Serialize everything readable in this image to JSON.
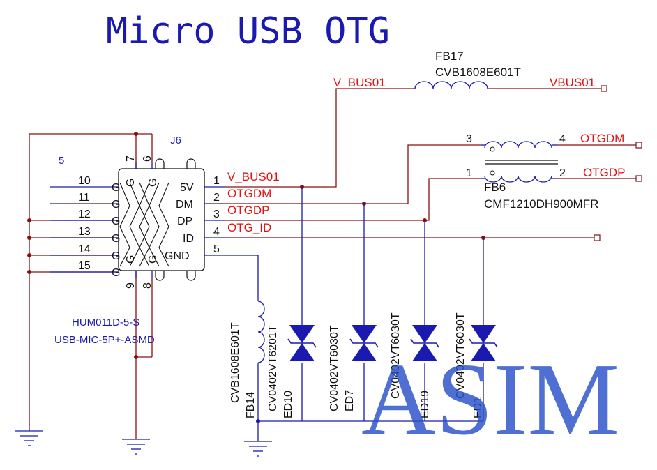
{
  "title": "Micro USB OTG",
  "watermark": "ASIM",
  "connector": {
    "ref": "J6",
    "label_5": "5",
    "part": "HUM011D-5-S",
    "footprint": "USB-MIC-5P+-ASMD",
    "pin_names": [
      "5V",
      "DM",
      "DP",
      "ID",
      "GND"
    ],
    "pin_numbers": [
      "1",
      "2",
      "3",
      "4",
      "5"
    ],
    "shield_pins_left": [
      "10",
      "11",
      "12",
      "13",
      "14",
      "15"
    ],
    "shield_pins_top": [
      "7",
      "6"
    ],
    "shield_pins_bottom": [
      "9",
      "8"
    ],
    "g_label": "G"
  },
  "nets": {
    "v_bus01": "V_BUS01",
    "vbus01": "VBUS01",
    "otgdm": "OTGDM",
    "otgdp": "OTGDP",
    "otg_id": "OTG_ID"
  },
  "fb17": {
    "ref": "FB17",
    "part": "CVB1608E601T"
  },
  "fb6": {
    "ref": "FB6",
    "part": "CMF1210DH900MFR",
    "pins": [
      "3",
      "4",
      "1",
      "2"
    ]
  },
  "fb14": {
    "ref": "FB14",
    "part": "CVB1608E601T"
  },
  "tvs": [
    {
      "ref": "ED10",
      "part": "CV0402VT6201T"
    },
    {
      "ref": "ED7",
      "part": "CV0402VT6030T"
    },
    {
      "ref": "ED19",
      "part": "CV0402VT6030T"
    },
    {
      "ref": "ED1",
      "part": "CV0402VT6030T"
    }
  ],
  "colors": {
    "wire_blue": "#1a1ab0",
    "wire_red": "#8a1010",
    "net_label": "#e01010",
    "watermark": "#2850c8"
  }
}
